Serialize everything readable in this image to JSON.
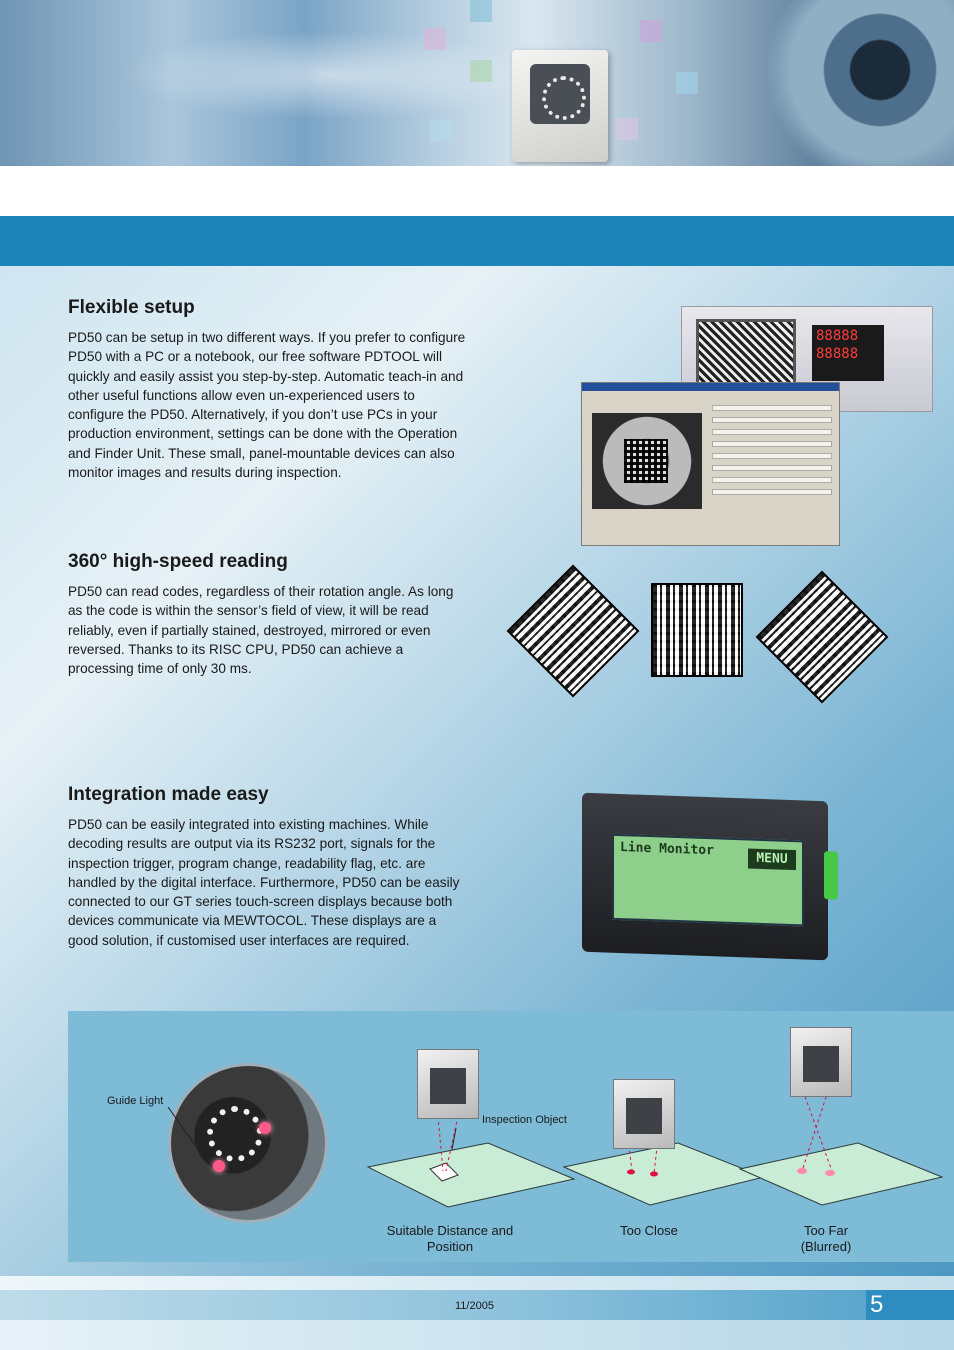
{
  "sections": [
    {
      "title": "Flexible setup",
      "body": "PD50 can be setup in two different ways. If you prefer to configure PD50 with a PC or a notebook, our free software PDTOOL will quickly and easily assist you step-by-step. Automatic teach-in and other useful functions allow even un-experienced users to configure the PD50. Alternatively, if you don’t use PCs in your production environment, settings can be done with the Operation and Finder Unit. These small, panel-mountable devices can also monitor images and results during inspection."
    },
    {
      "title": "360° high-speed reading",
      "body": "PD50 can read codes, regardless of their rotation angle. As long as the code is within the sensor’s field of view, it will be read reliably, even if partially stained, destroyed, mirrored or even reversed. Thanks to its RISC CPU, PD50 can achieve a processing time of only 30 ms."
    },
    {
      "title": "Integration made easy",
      "body": "PD50 can be easily integrated into existing machines. While decoding results are output via its RS232 port, signals for the inspection trigger, program change, readability flag, etc. are handled by the digital interface. Furthermore, PD50 can be easily connected to our GT series touch-screen displays because both devices communicate via MEWTOCOL. These displays are a good solution, if customised user interfaces are required."
    }
  ],
  "hmi": {
    "digits_top": "88888",
    "digits_bottom": "88888"
  },
  "gt_display": {
    "screen_title": "Line Monitor",
    "menu_label": "MENU"
  },
  "diagram": {
    "guide_light_label": "Guide Light",
    "inspection_object_label": "Inspection Object",
    "caption_suitable": "Suitable Distance and Position",
    "caption_close": "Too Close",
    "caption_far": "Too Far (Blurred)"
  },
  "footer": {
    "date": "11/2005",
    "page_number": "5"
  },
  "colors": {
    "accent_blue": "#1e85b9",
    "page_number_bg": "#2d8dc0",
    "guide_light": "#ff5a8a"
  }
}
